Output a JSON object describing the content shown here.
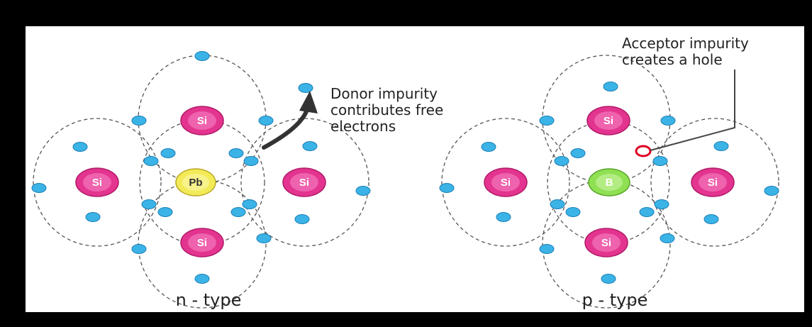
{
  "colors": {
    "border": "#000000",
    "panel": "#ffffff",
    "si_fill": "#e3348f",
    "pb_fill": "#f3ea57",
    "b_fill": "#8fe053",
    "electron": "#3bb3e6",
    "hole": "#e00022",
    "arrow": "#333333"
  },
  "n_type": {
    "label": "n - type",
    "center_atom": "Pb",
    "neighbor_atom": "Si",
    "annotation": [
      "Donor impurity",
      "contributes free",
      "electrons"
    ]
  },
  "p_type": {
    "label": "p - type",
    "center_atom": "B",
    "neighbor_atom": "Si",
    "annotation": [
      "Acceptor impurity",
      "creates a hole"
    ]
  },
  "icons": [
    "electron-icon",
    "hole-icon",
    "arrow-icon",
    "pointer-line"
  ]
}
